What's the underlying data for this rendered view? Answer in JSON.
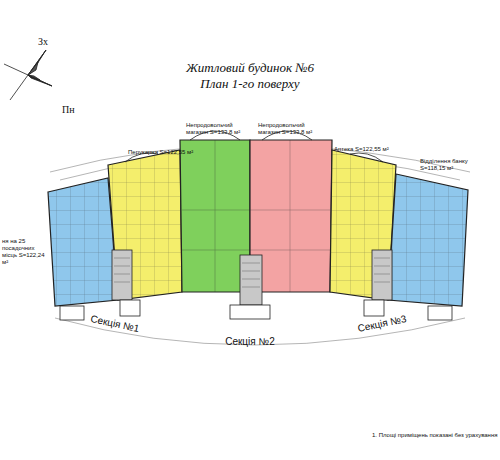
{
  "diagram": {
    "title": "Житловий будинок №6",
    "nodes": [
      {
        "text": [
          "ня на 25 посадочних місць S=122,24 м²"
        ]
      },
      {
        "text": [
          "Перукарня S=122,55 м²"
        ]
      },
      {
        "text": [
          "Непродовольчий магазин S=133,8 м²"
        ]
      },
      {
        "text": [
          "Непродовольчий магазин S=133,8 м²"
        ]
      },
      {
        "text": [
          "Аптека S=122,55 м²"
        ]
      },
      {
        "text": [
          "Відділення банку S=118,15 м²"
        ]
      }
    ],
    "labels": [
      "План 1-го поверху",
      "Зх",
      "Пн",
      "Секція №1",
      "Секція №2",
      "Секція №3",
      "1. Площі приміщень показані без урахування"
    ]
  }
}
